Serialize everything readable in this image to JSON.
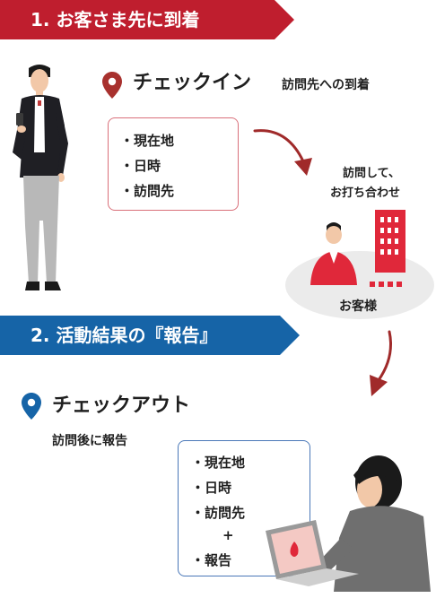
{
  "step1": {
    "banner": "1. お客さま先に到着",
    "heading": "チェックイン",
    "subheading": "訪問先への到着",
    "items": [
      "・現在地",
      "・日時",
      "・訪問先"
    ]
  },
  "visit": {
    "line1": "訪問して、",
    "line2": "お打ち合わせ"
  },
  "client": {
    "label": "お客様"
  },
  "step2": {
    "banner": "2. 活動結果の『報告』",
    "heading": "チェックアウト",
    "subheading": "訪問後に報告",
    "items": [
      "・現在地",
      "・日時",
      "・訪問先"
    ],
    "plus": "+",
    "extra_item": "・報告"
  },
  "colors": {
    "red": "#bf1e2e",
    "blue": "#1664a7",
    "box_red_border": "#d9707a",
    "box_blue_border": "#4a78b8"
  }
}
